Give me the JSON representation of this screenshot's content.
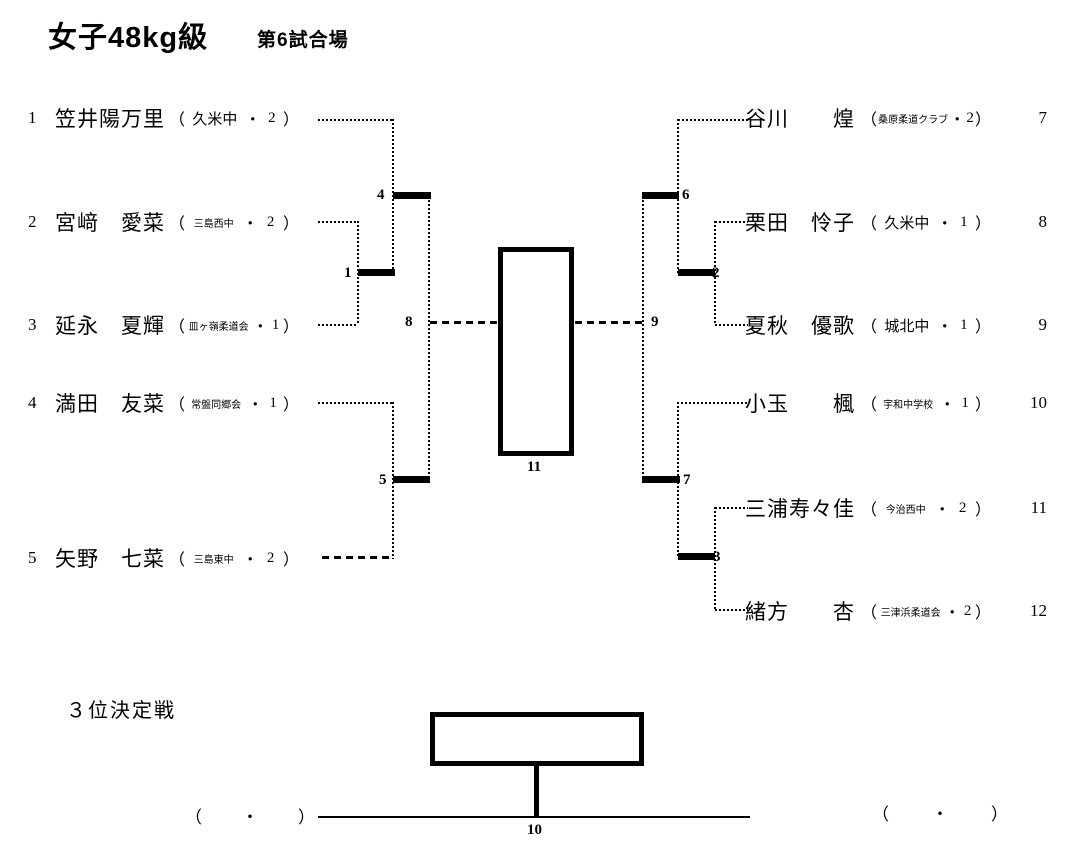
{
  "title": {
    "weight_class": "女子48kg級",
    "venue": "第6試合場"
  },
  "punct": {
    "open": "（",
    "sep": "・",
    "close": "）"
  },
  "players": {
    "left": [
      {
        "no": "1",
        "name": "笠井陽万里",
        "club": "久米中",
        "grade": "2"
      },
      {
        "no": "2",
        "name": "宮﨑　愛菜",
        "club": "三島西中",
        "grade": "2"
      },
      {
        "no": "3",
        "name": "延永　夏輝",
        "club": "皿ヶ嶺柔道会",
        "grade": "1"
      },
      {
        "no": "4",
        "name": "満田　友菜",
        "club": "常盤同郷会",
        "grade": "1"
      },
      {
        "no": "5",
        "name": "矢野　七菜",
        "club": "三島東中",
        "grade": "2"
      }
    ],
    "right": [
      {
        "no": "7",
        "name": "谷川　　煌",
        "club": "桑原柔道クラブ",
        "grade": "2"
      },
      {
        "no": "8",
        "name": "栗田　怜子",
        "club": "久米中",
        "grade": "1"
      },
      {
        "no": "9",
        "name": "夏秋　優歌",
        "club": "城北中",
        "grade": "1"
      },
      {
        "no": "10",
        "name": "小玉　　楓",
        "club": "宇和中学校",
        "grade": "1"
      },
      {
        "no": "11",
        "name": "三浦寿々佳",
        "club": "今治西中",
        "grade": "2"
      },
      {
        "no": "12",
        "name": "緒方　　杏",
        "club": "三津浜柔道会",
        "grade": "2"
      }
    ]
  },
  "matches": {
    "m1": "1",
    "m2": "2",
    "m3": "3",
    "m4": "4",
    "m5": "5",
    "m6": "6",
    "m7": "7",
    "m8": "8",
    "m9": "9",
    "m10": "10",
    "m11": "11"
  },
  "third_place": {
    "heading": "３位決定戦"
  }
}
